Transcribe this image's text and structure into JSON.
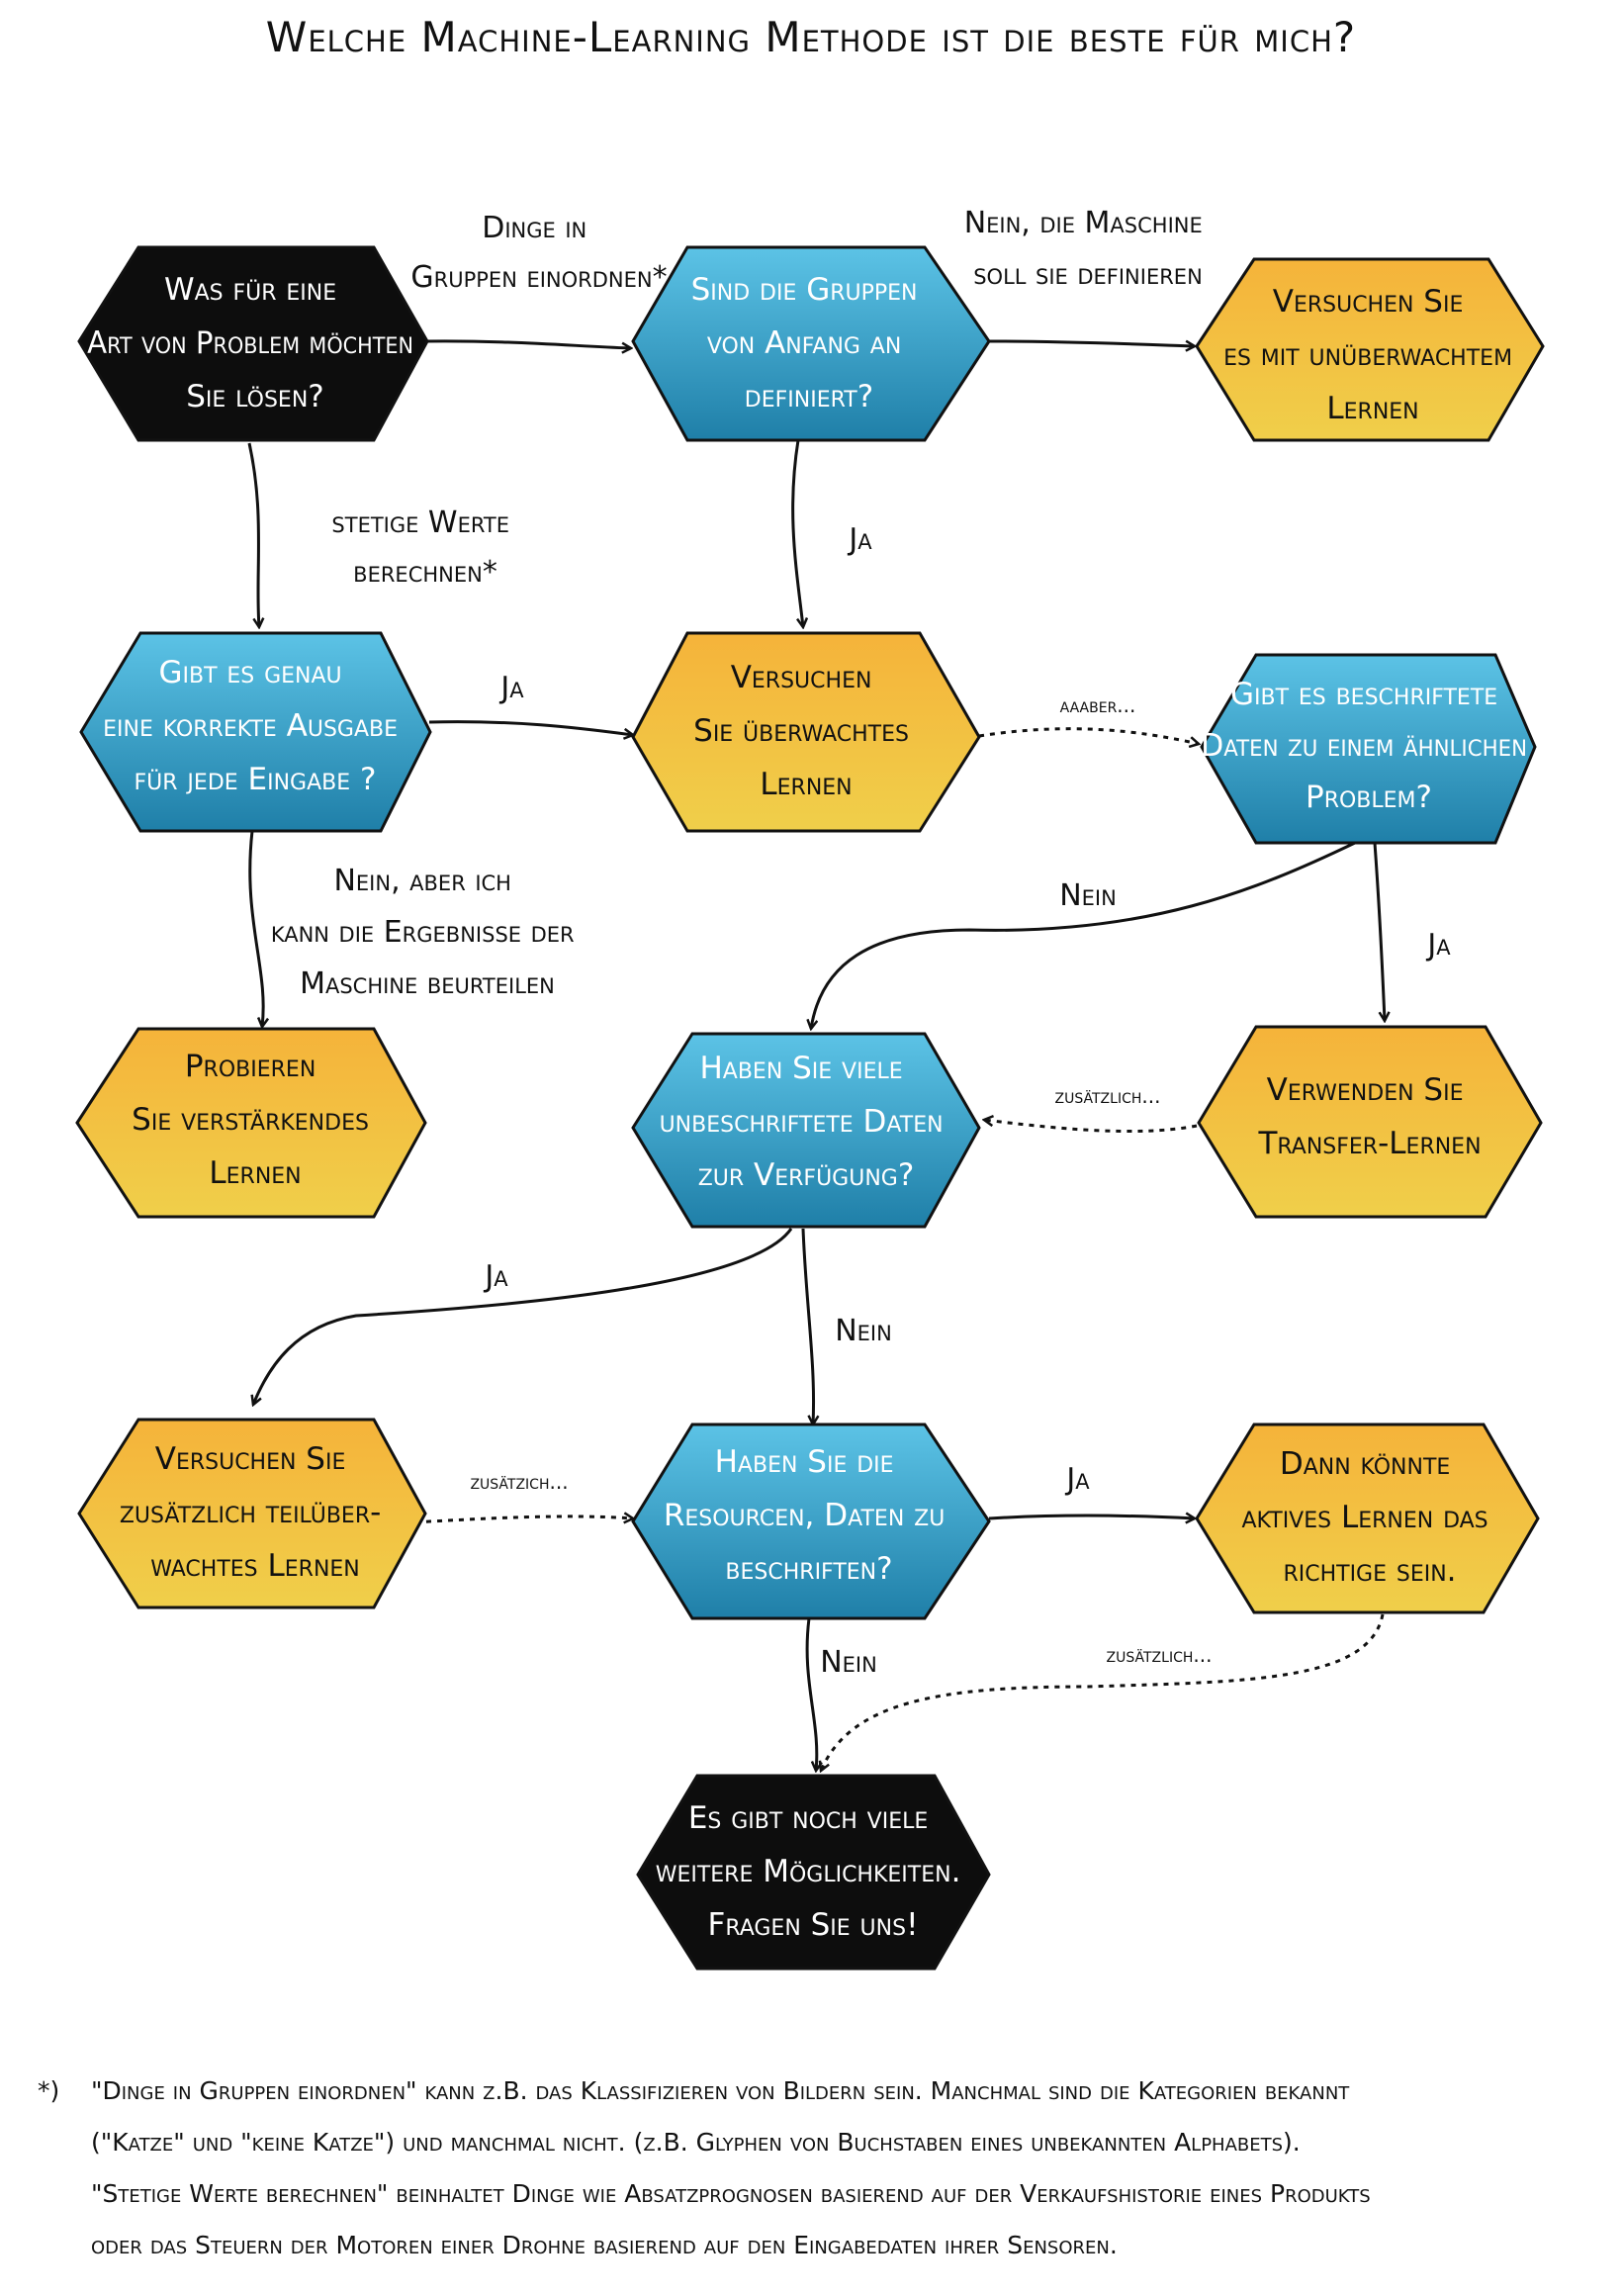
{
  "title": "Welche Machine-Learning Methode ist die beste für mich?",
  "colors": {
    "black": "#0d0d0d",
    "blue_top": "#5cc3e6",
    "blue_bottom": "#1f7fa8",
    "orange_top": "#f5b33a",
    "orange_bottom": "#f0cf4a",
    "outline": "#111111"
  },
  "nodes": {
    "start": [
      "Was für eine",
      "Art von Problem möchten",
      "Sie lösen?"
    ],
    "groups_defined": [
      "Sind die Gruppen",
      "von Anfang an",
      "definiert?"
    ],
    "unsupervised": [
      "Versuchen Sie",
      "es mit unüberwachtem",
      "Lernen"
    ],
    "exact_output": [
      "Gibt es genau",
      "eine korrekte Ausgabe",
      "für jede Eingabe ?"
    ],
    "supervised": [
      "Versuchen",
      "Sie überwachtes",
      "Lernen"
    ],
    "labeled_similar": [
      "Gibt es  beschriftete",
      "Daten zu einem ähnlichen",
      "Problem?"
    ],
    "reinforcement": [
      "Probieren",
      "Sie verstärkendes",
      "Lernen"
    ],
    "unlabeled_data": [
      "Haben Sie viele",
      "unbeschriftete Daten",
      "zur Verfügung?"
    ],
    "transfer": [
      "Verwenden Sie",
      "Transfer-Lernen"
    ],
    "semi_supervised": [
      "Versuchen Sie",
      "zusätzlich teilüber-",
      "wachtes Lernen"
    ],
    "resources": [
      "Haben Sie die",
      "Resourcen, Daten zu",
      "beschriften?"
    ],
    "active": [
      "Dann könnte",
      "aktives Lernen das",
      "richtige sein."
    ],
    "end": [
      "Es gibt noch viele",
      "weitere Möglichkeiten.",
      "Fragen Sie uns!"
    ]
  },
  "edges": {
    "start_groups": [
      "Dinge in",
      "Gruppen einordnen*"
    ],
    "groups_unsupervised": [
      "Nein, die Maschine",
      "soll sie definieren"
    ],
    "start_exact": [
      "stetige Werte",
      "berechnen*"
    ],
    "groups_supervised": "Ja",
    "exact_supervised": "Ja",
    "supervised_labeled": "aaaber...",
    "exact_reinforcement": [
      "Nein, aber ich",
      "kann die Ergebnisse der",
      "Maschine beurteilen"
    ],
    "labeled_unlabeled": "Nein",
    "labeled_transfer": "Ja",
    "transfer_unlabeled": "zusätzlich...",
    "unlabeled_semi": "Ja",
    "unlabeled_resources": "Nein",
    "semi_resources": "zusätzich...",
    "resources_active": "Ja",
    "resources_end": "Nein",
    "active_end": "zusätzlich..."
  },
  "footnote": {
    "marker": "*)",
    "lines": [
      "\"Dinge in Gruppen einordnen\" kann z.B. das Klassifizieren von Bildern sein. Manchmal sind die Kategorien bekannt",
      "(\"Katze\" und \"keine Katze\") und manchmal nicht. (z.B. Glyphen von Buchstaben eines unbekannten Alphabets).",
      "\"Stetige Werte berechnen\" beinhaltet Dinge wie Absatzprognosen basierend auf der Verkaufshistorie eines Produkts",
      "oder das Steuern der Motoren einer Drohne basierend auf den Eingabedaten ihrer Sensoren."
    ]
  }
}
